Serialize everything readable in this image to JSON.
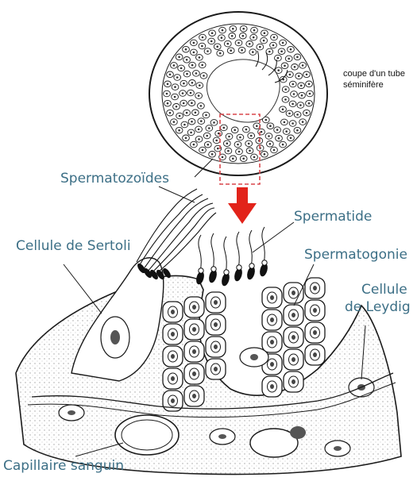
{
  "title_note": {
    "line1": "coupe d'un tube",
    "line2": "séminifère"
  },
  "labels": {
    "spermatozoides": "Spermatozoïdes",
    "spermatide": "Spermatide",
    "sertoli": "Cellule de Sertoli",
    "spermatogonie": "Spermatogonie",
    "leydig_line1": "Cellule",
    "leydig_line2": "de Leydig",
    "capillaire": "Capillaire sanguin"
  },
  "colors": {
    "label": "#3c6f86",
    "arrow": "#e2231a",
    "ink": "#1a1a1a",
    "dashed_box": "#d9474c"
  }
}
